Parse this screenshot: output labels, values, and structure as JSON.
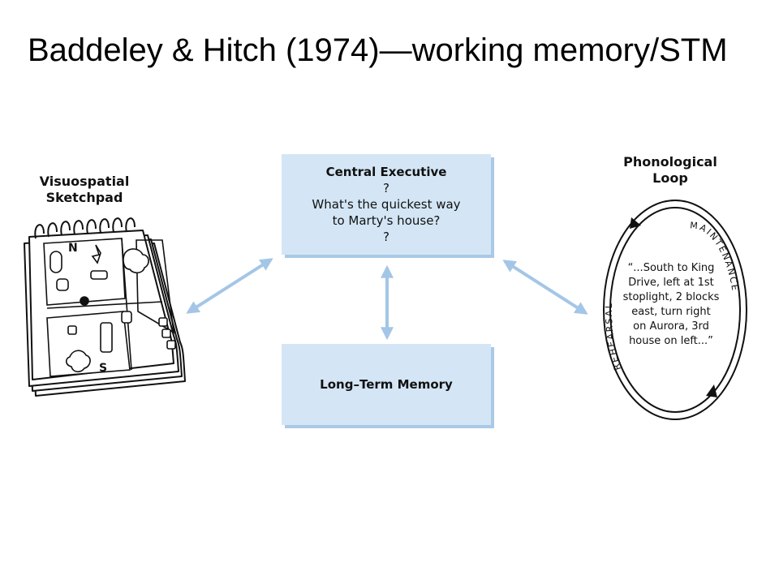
{
  "title": "Baddeley & Hitch (1974)—working memory/STM",
  "colors": {
    "box_fill": "#d4e6f5",
    "box_shadow": "#a9c9e6",
    "arrow": "#a4c6e6"
  },
  "central_executive": {
    "title": "Central Executive",
    "line1": "?",
    "line2": "What's the quickest way",
    "line3": "to Marty's house?",
    "line4": "?"
  },
  "long_term_memory": {
    "title": "Long–Term Memory"
  },
  "visuospatial": {
    "line1": "Visuospatial",
    "line2": "Sketchpad",
    "map_labels": {
      "north": "N",
      "south": "S"
    },
    "icons": [
      "spiral-notebook-icon",
      "map-icon",
      "tree-icon"
    ]
  },
  "phonological": {
    "line1": "Phonological",
    "line2": "Loop",
    "text_lines": [
      "“...South to King",
      "Drive, left at 1st",
      "stoplight, 2 blocks",
      "east, turn right",
      "on Aurora, 3rd",
      "house on left...”"
    ],
    "rehearsal": "REHEARSAL",
    "maintenance": "MAINTENANCE"
  }
}
